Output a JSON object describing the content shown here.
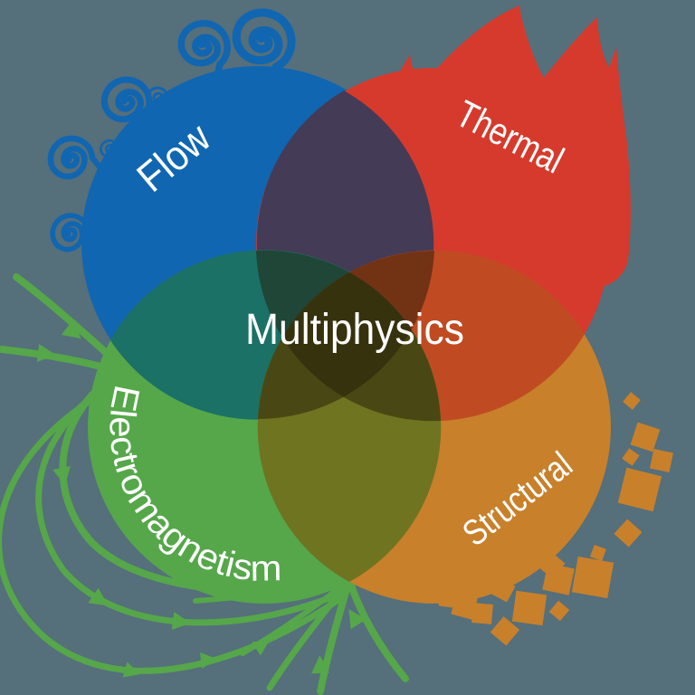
{
  "background_color": "#556f7b",
  "text_color": "#ffffff",
  "center_label": {
    "text": "Multiphysics"
  },
  "circles": [
    {
      "id": "flow",
      "label": "Flow",
      "color": "#1066b1",
      "decoration": "swirl-vortices-icon"
    },
    {
      "id": "thermal",
      "label": "Thermal",
      "color": "#d63a2c",
      "decoration": "flames-icon"
    },
    {
      "id": "electromagnetism",
      "label": "Electromagnetism",
      "color": "#55a74a",
      "decoration": "field-line-arrows-icon"
    },
    {
      "id": "structural",
      "label": "Structural",
      "color": "#c8802b",
      "decoration": "fragment-squares-icon"
    }
  ],
  "overlap_colors": {
    "flow_thermal": "#443b56",
    "flow_electromagnetism": "#1b7166",
    "thermal_structural": "#c04b22",
    "electromagnetism_structural": "#6f7421",
    "diagonal_shade": "rgba(35,28,8,0.5)"
  }
}
